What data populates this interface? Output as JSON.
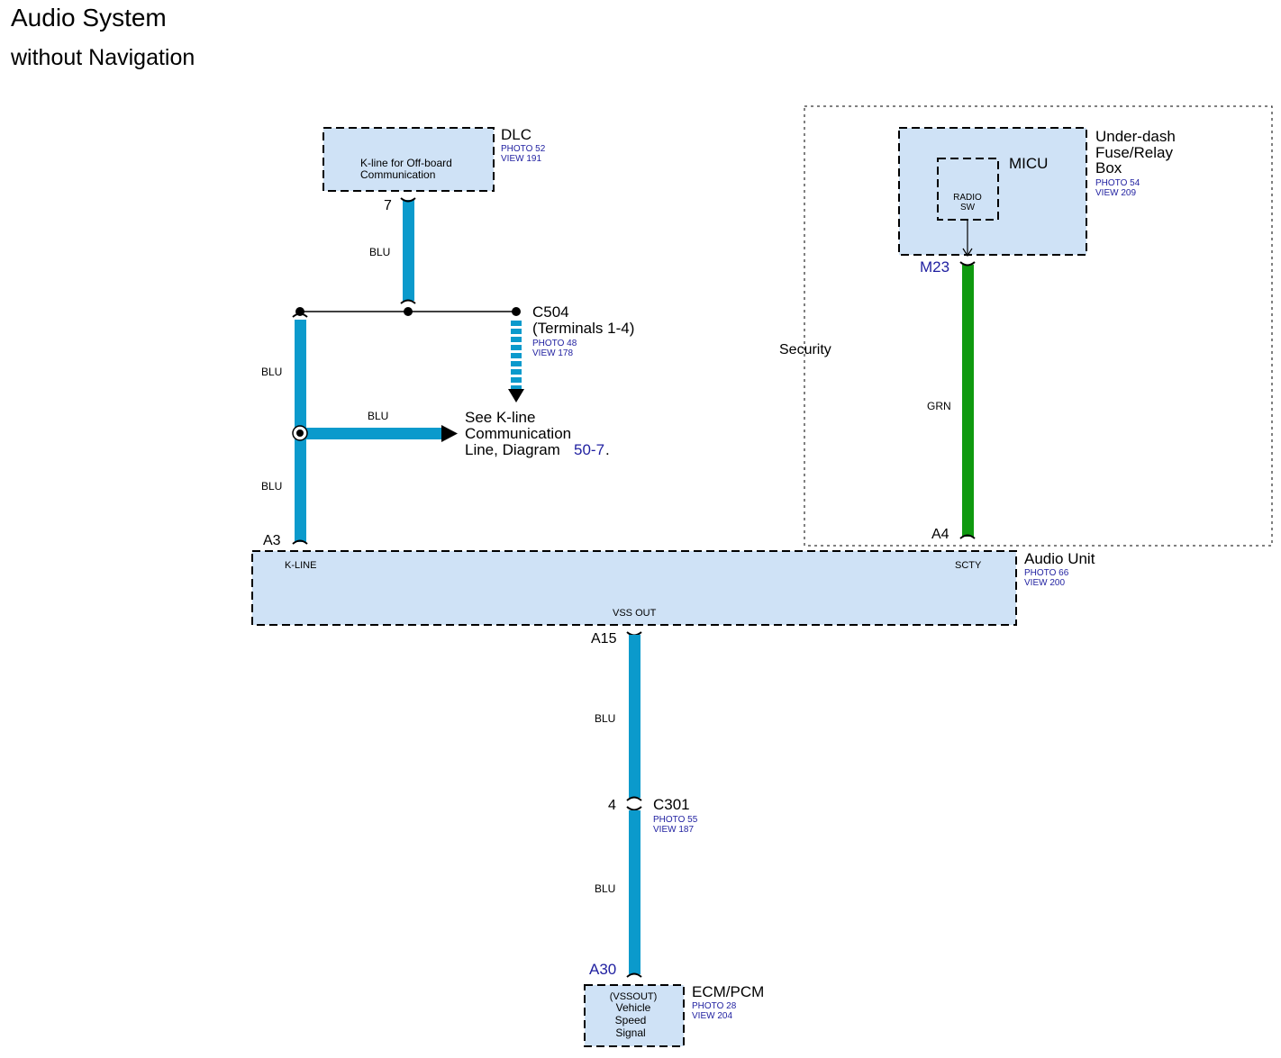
{
  "header": {
    "title": "Audio System",
    "subtitle": "without Navigation"
  },
  "colors": {
    "wire_blue": "#0b9acc",
    "wire_green": "#0f9a10",
    "box_fill": "#cfe2f6",
    "ref_text": "#1f1fa0"
  },
  "components": {
    "dlc": {
      "name": "DLC",
      "photo": "PHOTO 52",
      "view": "VIEW 191",
      "inner_line1": "K-line for Off-board",
      "inner_line2": "Communication",
      "pin": "7"
    },
    "c504": {
      "name": "C504",
      "terminals": "(Terminals 1-4)",
      "photo": "PHOTO 48",
      "view": "VIEW 178"
    },
    "see_kline": {
      "line1": "See K-line",
      "line2": "Communication",
      "line3": "Line, Diagram",
      "link": "50-7",
      "suffix": "."
    },
    "underdash": {
      "line1": "Under-dash",
      "line2": "Fuse/Relay",
      "line3": "Box",
      "photo": "PHOTO 54",
      "view": "VIEW 209",
      "micu": "MICU",
      "radio_line1": "RADIO",
      "radio_line2": "SW",
      "pin": "M23"
    },
    "security": {
      "label": "Security"
    },
    "audio_unit": {
      "name": "Audio Unit",
      "photo": "PHOTO 66",
      "view": "VIEW 200",
      "kline_label": "K-LINE",
      "scty_label": "SCTY",
      "vss_label": "VSS OUT",
      "pin_a3": "A3",
      "pin_a4": "A4",
      "pin_a15": "A15"
    },
    "c301": {
      "name": "C301",
      "photo": "PHOTO 55",
      "view": "VIEW 187",
      "pin": "4"
    },
    "ecm": {
      "name": "ECM/PCM",
      "photo": "PHOTO 28",
      "view": "VIEW 204",
      "line1": "(VSSOUT)",
      "line2": "Vehicle",
      "line3": "Speed",
      "line4": "Signal",
      "pin": "A30"
    }
  },
  "wires": {
    "dlc_to_junction": "BLU",
    "left_upper": "BLU",
    "branch": "BLU",
    "left_lower": "BLU",
    "micu_to_audio": "GRN",
    "audio_to_c301": "BLU",
    "c301_to_ecm": "BLU"
  }
}
